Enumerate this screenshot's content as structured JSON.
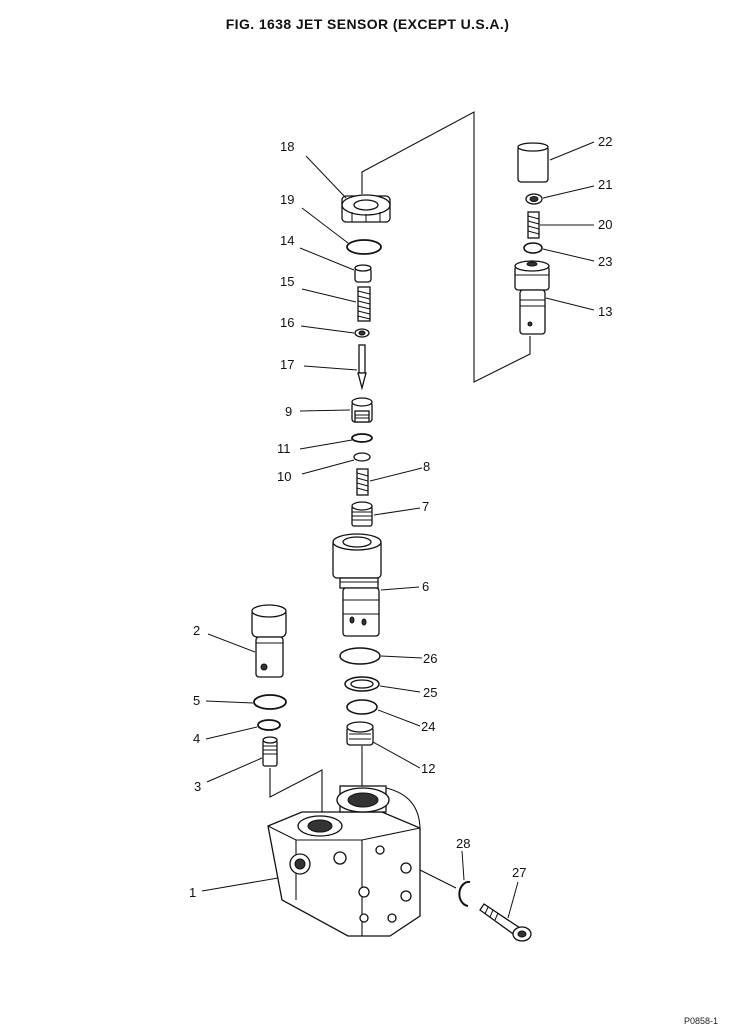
{
  "title": "FIG. 1638   JET SENSOR (EXCEPT U.S.A.)",
  "footer_code": "P0858-1",
  "callouts": [
    {
      "key": "c1",
      "label": "1"
    },
    {
      "key": "c2",
      "label": "2"
    },
    {
      "key": "c3",
      "label": "3"
    },
    {
      "key": "c4",
      "label": "4"
    },
    {
      "key": "c5",
      "label": "5"
    },
    {
      "key": "c6",
      "label": "6"
    },
    {
      "key": "c7",
      "label": "7"
    },
    {
      "key": "c8",
      "label": "8"
    },
    {
      "key": "c9",
      "label": "9"
    },
    {
      "key": "c10",
      "label": "10"
    },
    {
      "key": "c11",
      "label": "11"
    },
    {
      "key": "c12",
      "label": "12"
    },
    {
      "key": "c13",
      "label": "13"
    },
    {
      "key": "c14",
      "label": "14"
    },
    {
      "key": "c15",
      "label": "15"
    },
    {
      "key": "c16",
      "label": "16"
    },
    {
      "key": "c17",
      "label": "17"
    },
    {
      "key": "c18",
      "label": "18"
    },
    {
      "key": "c19",
      "label": "19"
    },
    {
      "key": "c20",
      "label": "20"
    },
    {
      "key": "c21",
      "label": "21"
    },
    {
      "key": "c22",
      "label": "22"
    },
    {
      "key": "c23",
      "label": "23"
    },
    {
      "key": "c24",
      "label": "24"
    },
    {
      "key": "c25",
      "label": "25"
    },
    {
      "key": "c26",
      "label": "26"
    },
    {
      "key": "c27",
      "label": "27"
    },
    {
      "key": "c28",
      "label": "28"
    }
  ]
}
